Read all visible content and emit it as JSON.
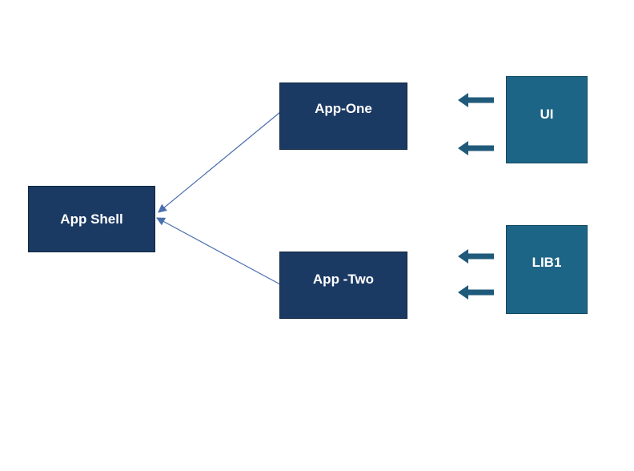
{
  "diagram": {
    "nodes": {
      "app_shell": {
        "label": "App Shell"
      },
      "app_one": {
        "label": "App-One"
      },
      "app_two": {
        "label": "App -Two"
      },
      "ui": {
        "label": "UI"
      },
      "lib1": {
        "label": "LIB1"
      }
    },
    "edges": [
      {
        "from": "app_one",
        "to": "app_shell"
      },
      {
        "from": "app_two",
        "to": "app_shell"
      },
      {
        "from": "ui",
        "to": "app_one"
      },
      {
        "from": "ui",
        "to": "app_one"
      },
      {
        "from": "lib1",
        "to": "app_two"
      },
      {
        "from": "lib1",
        "to": "app_two"
      }
    ],
    "colors": {
      "dark_node": "#1b3a63",
      "teal_node": "#1d6586",
      "thin_connector": "#4a6fae",
      "block_arrow": "#1f5a7a"
    }
  }
}
